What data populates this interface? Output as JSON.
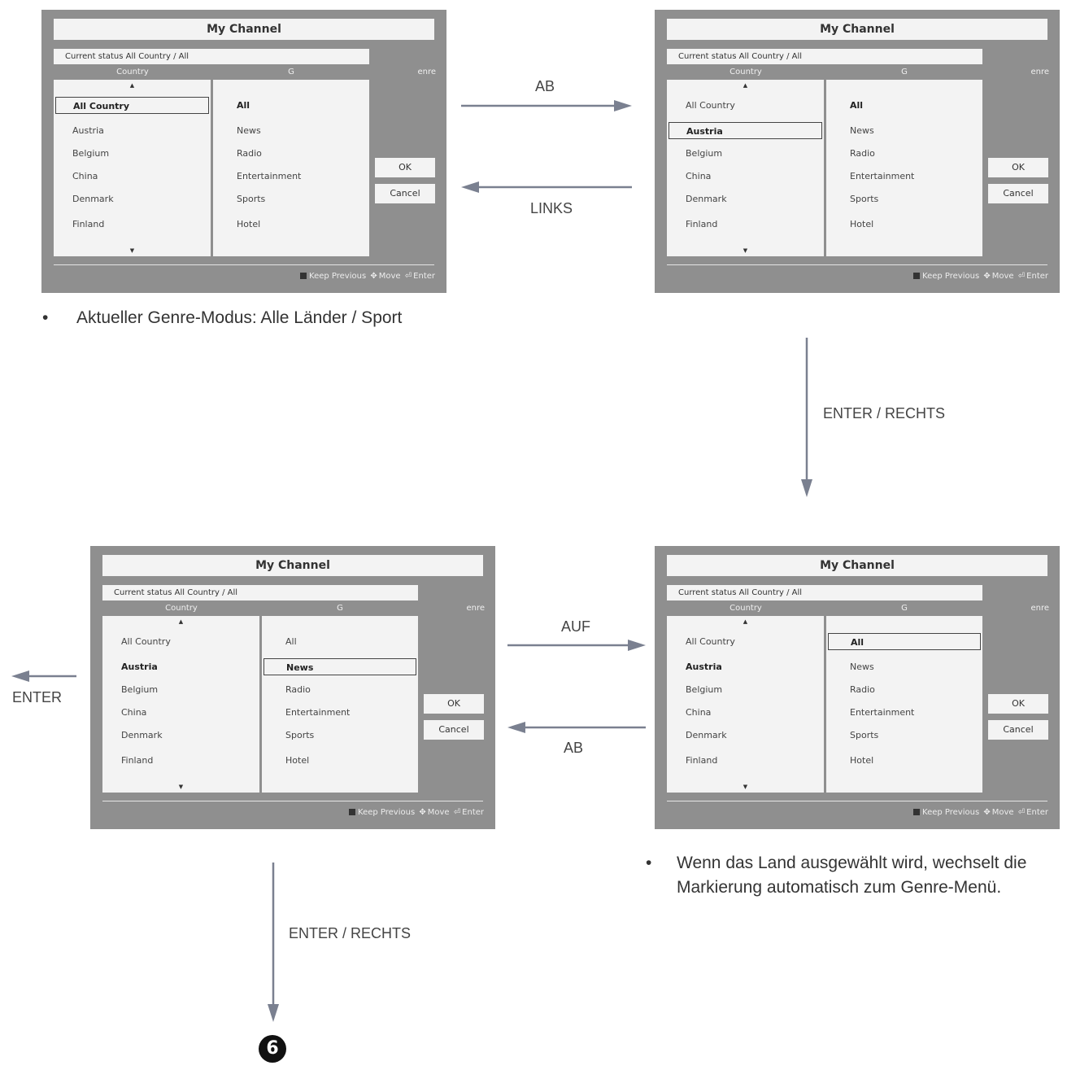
{
  "panel_common": {
    "title": "My Channel",
    "status": "Current status All Country / All",
    "header_country": "Country",
    "header_g": "G",
    "header_enre": "enre",
    "ok_label": "OK",
    "cancel_label": "Cancel",
    "footer_keep": "Keep Previous",
    "footer_move": "Move",
    "footer_enter": "Enter",
    "countries": [
      "All Country",
      "Austria",
      "Belgium",
      "China",
      "Denmark",
      "Finland"
    ],
    "genres": [
      "All",
      "News",
      "Radio",
      "Entertainment",
      "Sports",
      "Hotel"
    ]
  },
  "panels": [
    {
      "id": "top-left",
      "country_selected": "All Country",
      "country_bold": "All Country",
      "genre_selected": "",
      "genre_bold": "All"
    },
    {
      "id": "top-right",
      "country_selected": "Austria",
      "country_bold": "Austria",
      "genre_selected": "",
      "genre_bold": "All"
    },
    {
      "id": "bottom-right",
      "country_selected": "",
      "country_bold": "Austria",
      "genre_selected": "All",
      "genre_bold": "All"
    },
    {
      "id": "bottom-left",
      "country_selected": "",
      "country_bold": "Austria",
      "genre_selected": "News",
      "genre_bold": "News"
    }
  ],
  "labels": {
    "ab_top": "AB",
    "links": "LINKS",
    "enter_rechts_right": "ENTER / RECHTS",
    "auf": "AUF",
    "ab_bottom": "AB",
    "enter_left": "ENTER",
    "enter_rechts_bottom": "ENTER / RECHTS"
  },
  "notes": {
    "note1": "Aktueller Genre-Modus: Alle Länder / Sport",
    "note2": "Wenn das Land ausgewählt wird, wechselt die Markierung automatisch zum Genre-Menü."
  },
  "step_number": "6",
  "colors": {
    "panel": "#8f8f8f",
    "panel_fill": "#f3f3f3",
    "arrow": "#7a8090"
  }
}
